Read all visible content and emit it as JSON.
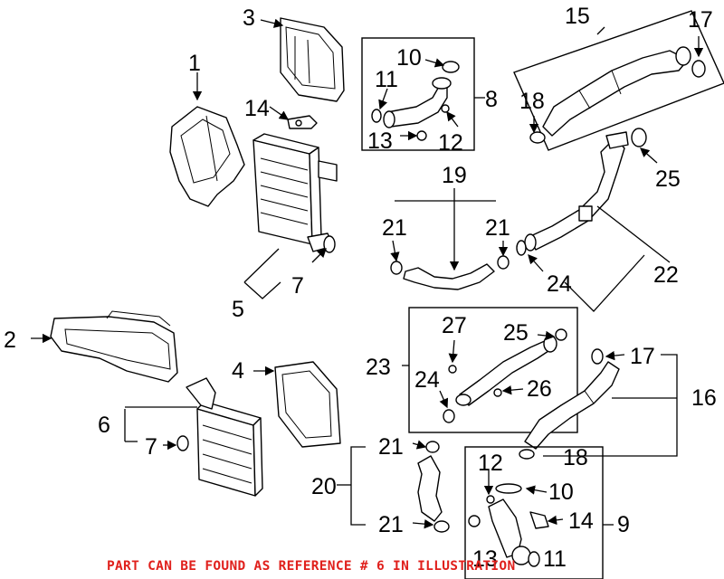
{
  "labels": {
    "n1": "1",
    "n2": "2",
    "n3": "3",
    "n4": "4",
    "n5": "5",
    "n6": "6",
    "n7a": "7",
    "n7b": "7",
    "n8": "8",
    "n9": "9",
    "n10a": "10",
    "n10b": "10",
    "n11a": "11",
    "n11b": "11",
    "n12a": "12",
    "n12b": "12",
    "n13a": "13",
    "n13b": "13",
    "n14a": "14",
    "n14b": "14",
    "n15": "15",
    "n16": "16",
    "n17a": "17",
    "n17b": "17",
    "n18a": "18",
    "n18b": "18",
    "n19": "19",
    "n20": "20",
    "n21a": "21",
    "n21b": "21",
    "n21c": "21",
    "n21d": "21",
    "n22": "22",
    "n23": "23",
    "n24a": "24",
    "n24b": "24",
    "n25a": "25",
    "n25b": "25",
    "n26": "26",
    "n27": "27"
  },
  "footer_note": "PART CAN BE FOUND AS REFERENCE # 6 IN ILLUSTRATION",
  "colors": {
    "footer": "#e0201c",
    "lines": "#000000",
    "background": "#ffffff"
  }
}
